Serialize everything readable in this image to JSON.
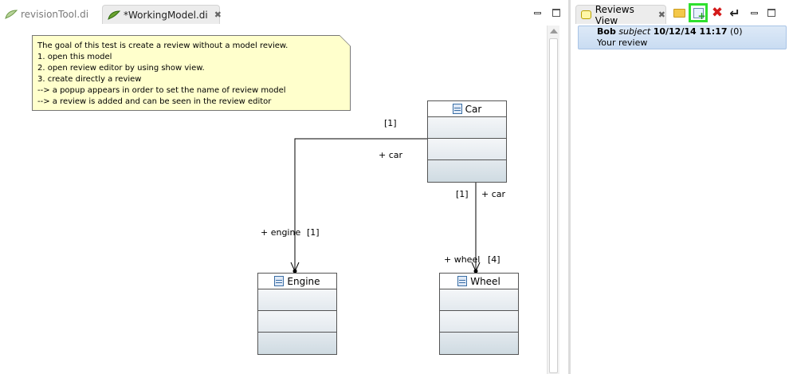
{
  "editor": {
    "tabs": [
      {
        "label": "revisionTool.di",
        "active": false
      },
      {
        "label": "*WorkingModel.di",
        "active": true
      }
    ],
    "close_glyph": "✖"
  },
  "note": {
    "lines": [
      "The goal of this test is create a review without a model review.",
      "1. open this model",
      "2. open review editor by using show view.",
      "3. create directly a review",
      "--> a popup appears in order to set the name of review model",
      "--> a review is added and can be seen in the review editor"
    ]
  },
  "classes": {
    "car": "Car",
    "engine": "Engine",
    "wheel": "Wheel"
  },
  "associations": {
    "car_engine": {
      "car_mult": "[1]",
      "car_role": "+ car",
      "engine_role": "+ engine",
      "engine_mult": "[1]"
    },
    "car_wheel": {
      "car_mult": "[1]",
      "car_role": "+ car",
      "wheel_role": "+ wheel",
      "wheel_mult": "[4]"
    }
  },
  "reviews_view": {
    "title": "Reviews View",
    "toolbar": [
      {
        "icon": "folder-icon"
      },
      {
        "icon": "add-review-icon",
        "highlighted": true
      },
      {
        "icon": "delete-icon"
      },
      {
        "icon": "undo-icon"
      }
    ],
    "items": [
      {
        "author": "Bob",
        "subject_label": "subject",
        "date": "10/12/14 11:17",
        "count": "(0)",
        "text": "Your review"
      }
    ]
  }
}
